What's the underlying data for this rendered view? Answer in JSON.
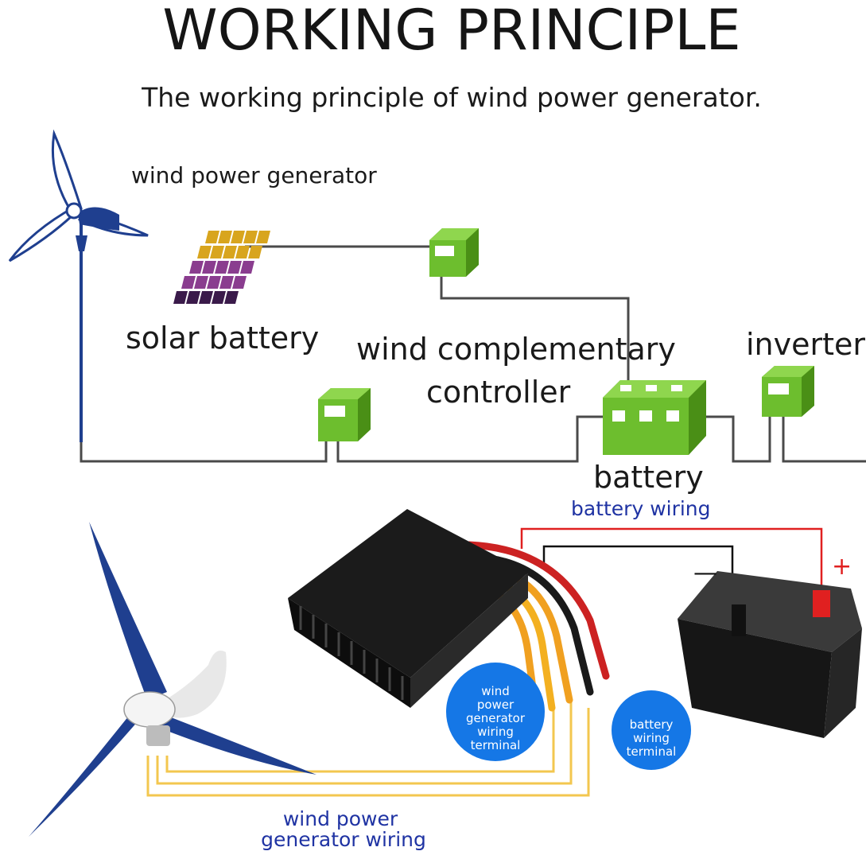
{
  "title": "WORKING PRINCIPLE",
  "subtitle": "The working principle of wind power generator.",
  "labels": {
    "wind_power_generator": "wind power generator",
    "solar_battery": "solar battery",
    "controller_line1": "wind complementary",
    "controller_line2": "controller",
    "inverter": "inverter",
    "battery": "battery",
    "battery_wiring": "battery wiring",
    "wind_power_generator_wiring_line1": "wind power",
    "wind_power_generator_wiring_line2": "generator wiring",
    "minus": "—",
    "plus": "+"
  },
  "bubbles": {
    "generator_terminal": [
      "wind",
      "power",
      "generator",
      "wiring",
      "terminal"
    ],
    "battery_terminal": [
      "battery",
      "wiring",
      "terminal"
    ]
  },
  "colors": {
    "green": "#6dbe2e",
    "green_dark": "#4a8f16",
    "wire_gray": "#4a4a4a",
    "turbine_blue": "#1f3f8f",
    "label_blue": "#1f33a3",
    "bubble_blue": "#1577e6",
    "wire_red": "#e02020",
    "wire_yellow": "#f3c74f"
  }
}
